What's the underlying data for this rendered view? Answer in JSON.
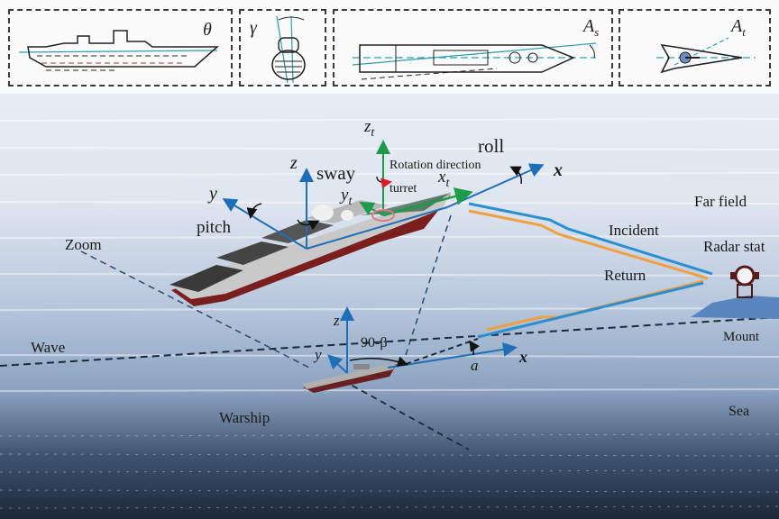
{
  "top_panels": [
    {
      "id": "pitch-panel",
      "angle_symbol": "θ",
      "description": "side view of warship with pitch angle"
    },
    {
      "id": "roll-panel",
      "angle_symbol": "γ",
      "description": "front view of warship with roll angle"
    },
    {
      "id": "yaw-panel",
      "angle_symbol": "A",
      "angle_subscript": "s",
      "description": "top view of warship with heading angle"
    },
    {
      "id": "turret-panel",
      "angle_symbol": "A",
      "angle_subscript": "t",
      "description": "top view of turret with turret angle"
    }
  ],
  "large_ship": {
    "axes": {
      "x": "x",
      "y": "y",
      "z": "z"
    },
    "motions": {
      "roll": "roll",
      "pitch": "pitch",
      "sway": "sway"
    },
    "turret": {
      "axes": {
        "x": "x",
        "x_sub": "t",
        "y": "y",
        "y_sub": "t",
        "z": "z",
        "z_sub": "t"
      },
      "label": "turret",
      "rotation_label": "Rotation direction"
    }
  },
  "small_ship": {
    "axes": {
      "x": "x",
      "y": "y",
      "z": "z"
    },
    "angle_beta": "90-β",
    "angle_alpha": "a"
  },
  "scene_labels": {
    "zoom": "Zoom",
    "wave": "Wave",
    "warship": "Warship",
    "far_field": "Far field",
    "incident": "Incident",
    "return": "Return",
    "radar_station": "Radar stat",
    "mount": "Mount",
    "sea": "Sea"
  },
  "colors": {
    "axis_blue": "#1f6fb8",
    "turret_green": "#1f9a4a",
    "rotation_red": "#d4202a",
    "incident_blue": "#2a8fd0",
    "incident_orange": "#f0a040",
    "hull_red": "#7a1e1e",
    "sky": "#e6ebf3",
    "sea_dark": "#2c3e55",
    "mount_blue": "#5a86c0"
  }
}
